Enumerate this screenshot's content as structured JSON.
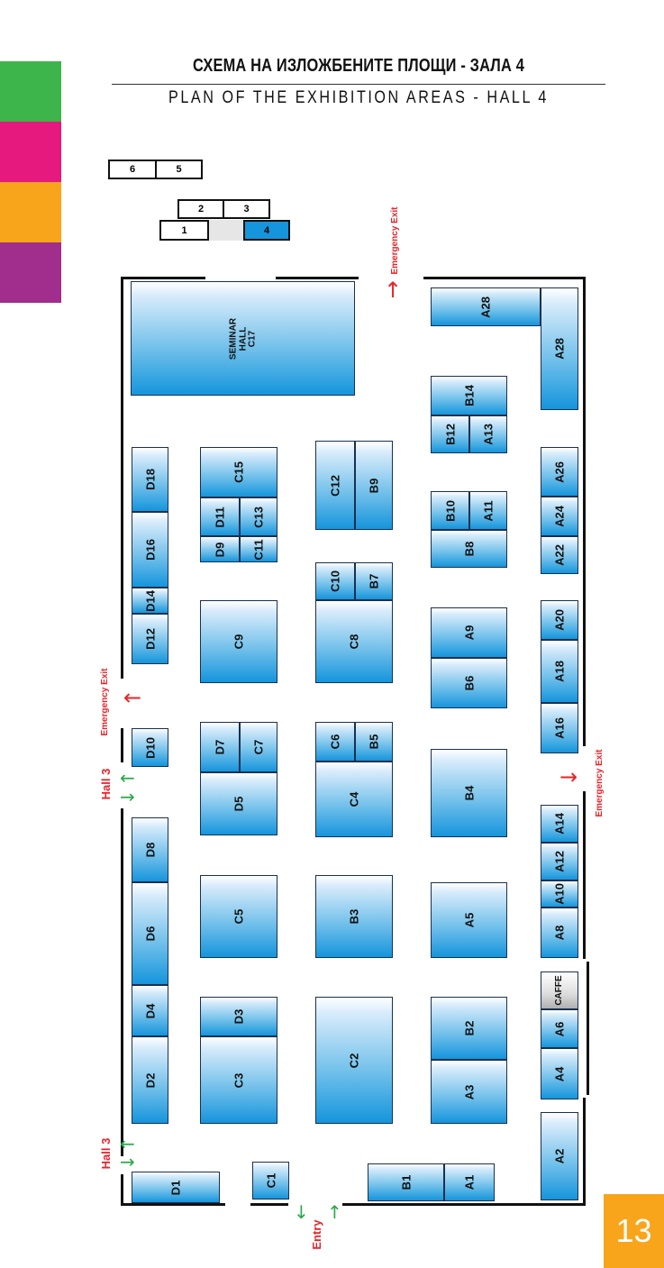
{
  "side_tabs": {
    "colors": [
      "#3db54a",
      "#e5197e",
      "#f8a51c",
      "#a12d8c"
    ]
  },
  "header": {
    "title_bg": "СХЕМА НА ИЗЛОЖБЕНИТЕ ПЛОЩИ - ЗАЛА 4",
    "title_en": "PLAN OF THE EXHIBITION AREAS - HALL 4"
  },
  "hall_mini_map": {
    "boxes": [
      "6",
      "5",
      "2",
      "3",
      "1",
      "4"
    ],
    "highlight_color": "#1595dc"
  },
  "stands": {
    "seminar": "SEMINAR\nHALL\nC17",
    "A28": "A28",
    "A28b": "A28",
    "B14": "B14",
    "B12": "B12",
    "A13": "A13",
    "A26": "A26",
    "A24": "A24",
    "A22": "A22",
    "D18": "D18",
    "C15": "C15",
    "D11": "D11",
    "C13": "C13",
    "D9": "D9",
    "C11": "C11",
    "C12": "C12",
    "B9": "B9",
    "B10": "B10",
    "A11": "A11",
    "B8": "B8",
    "D16": "D16",
    "D14": "D14",
    "D12": "D12",
    "C9": "C9",
    "C10": "C10",
    "B7": "B7",
    "C8": "C8",
    "A9": "A9",
    "B6": "B6",
    "A20": "A20",
    "A18": "A18",
    "A16": "A16",
    "D10": "D10",
    "D7": "D7",
    "C7": "C7",
    "D5": "D5",
    "C6": "C6",
    "B5": "B5",
    "C4": "C4",
    "B4": "B4",
    "A14": "A14",
    "A12": "A12",
    "A10": "A10",
    "A8": "A8",
    "D8": "D8",
    "D6": "D6",
    "C5": "C5",
    "B3": "B3",
    "A5": "A5",
    "D4": "D4",
    "D2": "D2",
    "D3": "D3",
    "C3": "C3",
    "C2": "C2",
    "B2": "B2",
    "A3": "A3",
    "caffe": "CAFFE",
    "A6": "A6",
    "A4": "A4",
    "A2": "A2",
    "D1": "D1",
    "C1": "C1",
    "B1": "B1",
    "A1": "A1"
  },
  "labels": {
    "emergency_exit_top": "Emergency Exit",
    "emergency_exit_left": "Emergency Exit",
    "emergency_exit_right": "Emergency Exit",
    "hall3_upper": "Hall 3",
    "hall3_lower": "Hall 3",
    "entry": "Entry"
  },
  "colors": {
    "exit_arrow": "#e8232a",
    "hall_arrow": "#2aa84a",
    "label_red": "#e8232a"
  },
  "page_number": "13"
}
